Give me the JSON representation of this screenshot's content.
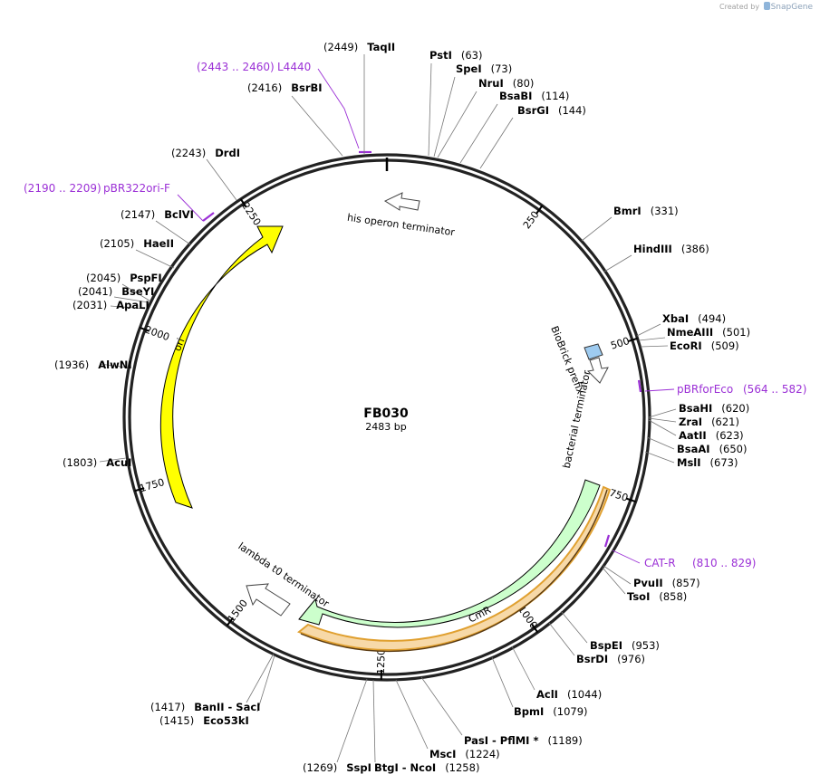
{
  "credit": {
    "prefix": "Created by",
    "brand": "SnapGene"
  },
  "plasmid": {
    "name": "FB030",
    "size_label": "2483 bp",
    "length": 2483
  },
  "ruler_ticks": [
    "250",
    "500",
    "750",
    "1000",
    "1250",
    "1500",
    "1750",
    "2000",
    "2250"
  ],
  "features": [
    {
      "label": "his operon terminator",
      "kind": "terminator"
    },
    {
      "label": "BioBrick prefix",
      "kind": "misc"
    },
    {
      "label": "bacterial terminator",
      "kind": "terminator"
    },
    {
      "label": "CmR",
      "kind": "cds"
    },
    {
      "label": "lambda t0 terminator",
      "kind": "terminator"
    },
    {
      "label": "ori",
      "kind": "rep_origin"
    }
  ],
  "enzymes": [
    {
      "name": "TaqII",
      "pos": "(2449)"
    },
    {
      "name": "BsrBI",
      "pos": "(2416)"
    },
    {
      "name": "PstI",
      "pos": "(63)"
    },
    {
      "name": "SpeI",
      "pos": "(73)"
    },
    {
      "name": "NruI",
      "pos": "(80)"
    },
    {
      "name": "BsaBI",
      "pos": "(114)"
    },
    {
      "name": "BsrGI",
      "pos": "(144)"
    },
    {
      "name": "DrdI",
      "pos": "(2243)"
    },
    {
      "name": "BclVI",
      "pos": "(2147)"
    },
    {
      "name": "HaeII",
      "pos": "(2105)"
    },
    {
      "name": "PspFI",
      "pos": "(2045)"
    },
    {
      "name": "BseYI",
      "pos": "(2041)"
    },
    {
      "name": "ApaLI",
      "pos": "(2031)"
    },
    {
      "name": "AlwNI",
      "pos": "(1936)"
    },
    {
      "name": "AcuI",
      "pos": "(1803)"
    },
    {
      "name": "BmrI",
      "pos": "(331)"
    },
    {
      "name": "HindIII",
      "pos": "(386)"
    },
    {
      "name": "XbaI",
      "pos": "(494)"
    },
    {
      "name": "NmeAIII",
      "pos": "(501)"
    },
    {
      "name": "EcoRI",
      "pos": "(509)"
    },
    {
      "name": "BsaHI",
      "pos": "(620)"
    },
    {
      "name": "ZraI",
      "pos": "(621)"
    },
    {
      "name": "AatII",
      "pos": "(623)"
    },
    {
      "name": "BsaAI",
      "pos": "(650)"
    },
    {
      "name": "MslI",
      "pos": "(673)"
    },
    {
      "name": "PvuII",
      "pos": "(857)"
    },
    {
      "name": "TsoI",
      "pos": "(858)"
    },
    {
      "name": "BspEI",
      "pos": "(953)"
    },
    {
      "name": "BsrDI",
      "pos": "(976)"
    },
    {
      "name": "AclI",
      "pos": "(1044)"
    },
    {
      "name": "BpmI",
      "pos": "(1079)"
    },
    {
      "name": "PasI - PflMI *",
      "pos": "(1189)"
    },
    {
      "name": "MscI",
      "pos": "(1224)"
    },
    {
      "name": "BtgI - NcoI",
      "pos": "(1258)"
    },
    {
      "name": "SspI",
      "pos": "(1269)"
    },
    {
      "name": "BanII - SacI",
      "pos": "(1417)"
    },
    {
      "name": "Eco53kI",
      "pos": "(1415)"
    }
  ],
  "primers": [
    {
      "name": "L4440",
      "range": "(2443 .. 2460)"
    },
    {
      "name": "pBR322ori-F",
      "range": "(2190 .. 2209)"
    },
    {
      "name": "pBRforEco",
      "range": "(564 .. 582)"
    },
    {
      "name": "CAT-R",
      "range": "(810 .. 829)"
    }
  ],
  "colors": {
    "backbone": "#222222",
    "ori": "#ffff00",
    "cmr": "#ccffcc",
    "cmr_highlight": "#f7d9a8",
    "cmr_highlight_edge": "#e0a030",
    "biobrick": "#9ecbf0",
    "primer": "#9b30d6",
    "leader": "#777777"
  }
}
